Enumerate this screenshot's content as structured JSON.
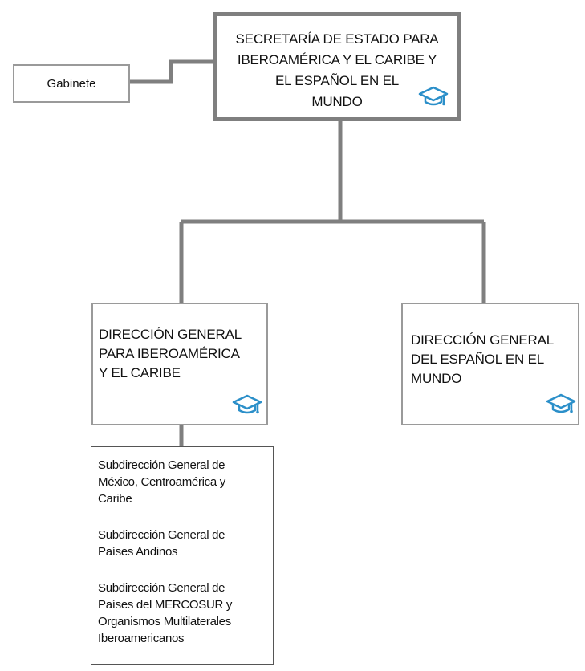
{
  "org_chart": {
    "root": {
      "title": "SECRETARÍA DE ESTADO  PARA\nIBEROAMÉRICA  Y EL CARIBE Y\nEL ESPAÑOL EN EL\nMUNDO",
      "icon": "graduation-cap-icon"
    },
    "gabinete": {
      "title": "Gabinete"
    },
    "direcciones": [
      {
        "title": "DIRECCIÓN GENERAL\nPARA IBEROAMÉRICA\nY EL CARIBE",
        "icon": "graduation-cap-icon",
        "subdirecciones": [
          "Subdirección General de\nMéxico, Centroamérica y\nCaribe",
          "Subdirección General de\nPaíses Andinos",
          "Subdirección General de\nPaíses del MERCOSUR y\nOrganismos Multilaterales\nIberoamericanos"
        ]
      },
      {
        "title": "DIRECCIÓN GENERAL\nDEL ESPAÑOL EN EL\nMUNDO",
        "icon": "graduation-cap-icon"
      }
    ],
    "colors": {
      "main_connector": "#7f7f7f",
      "box_border": "#9a9a9a",
      "sub_border": "#555555",
      "icon": "#2b8fc9"
    }
  }
}
